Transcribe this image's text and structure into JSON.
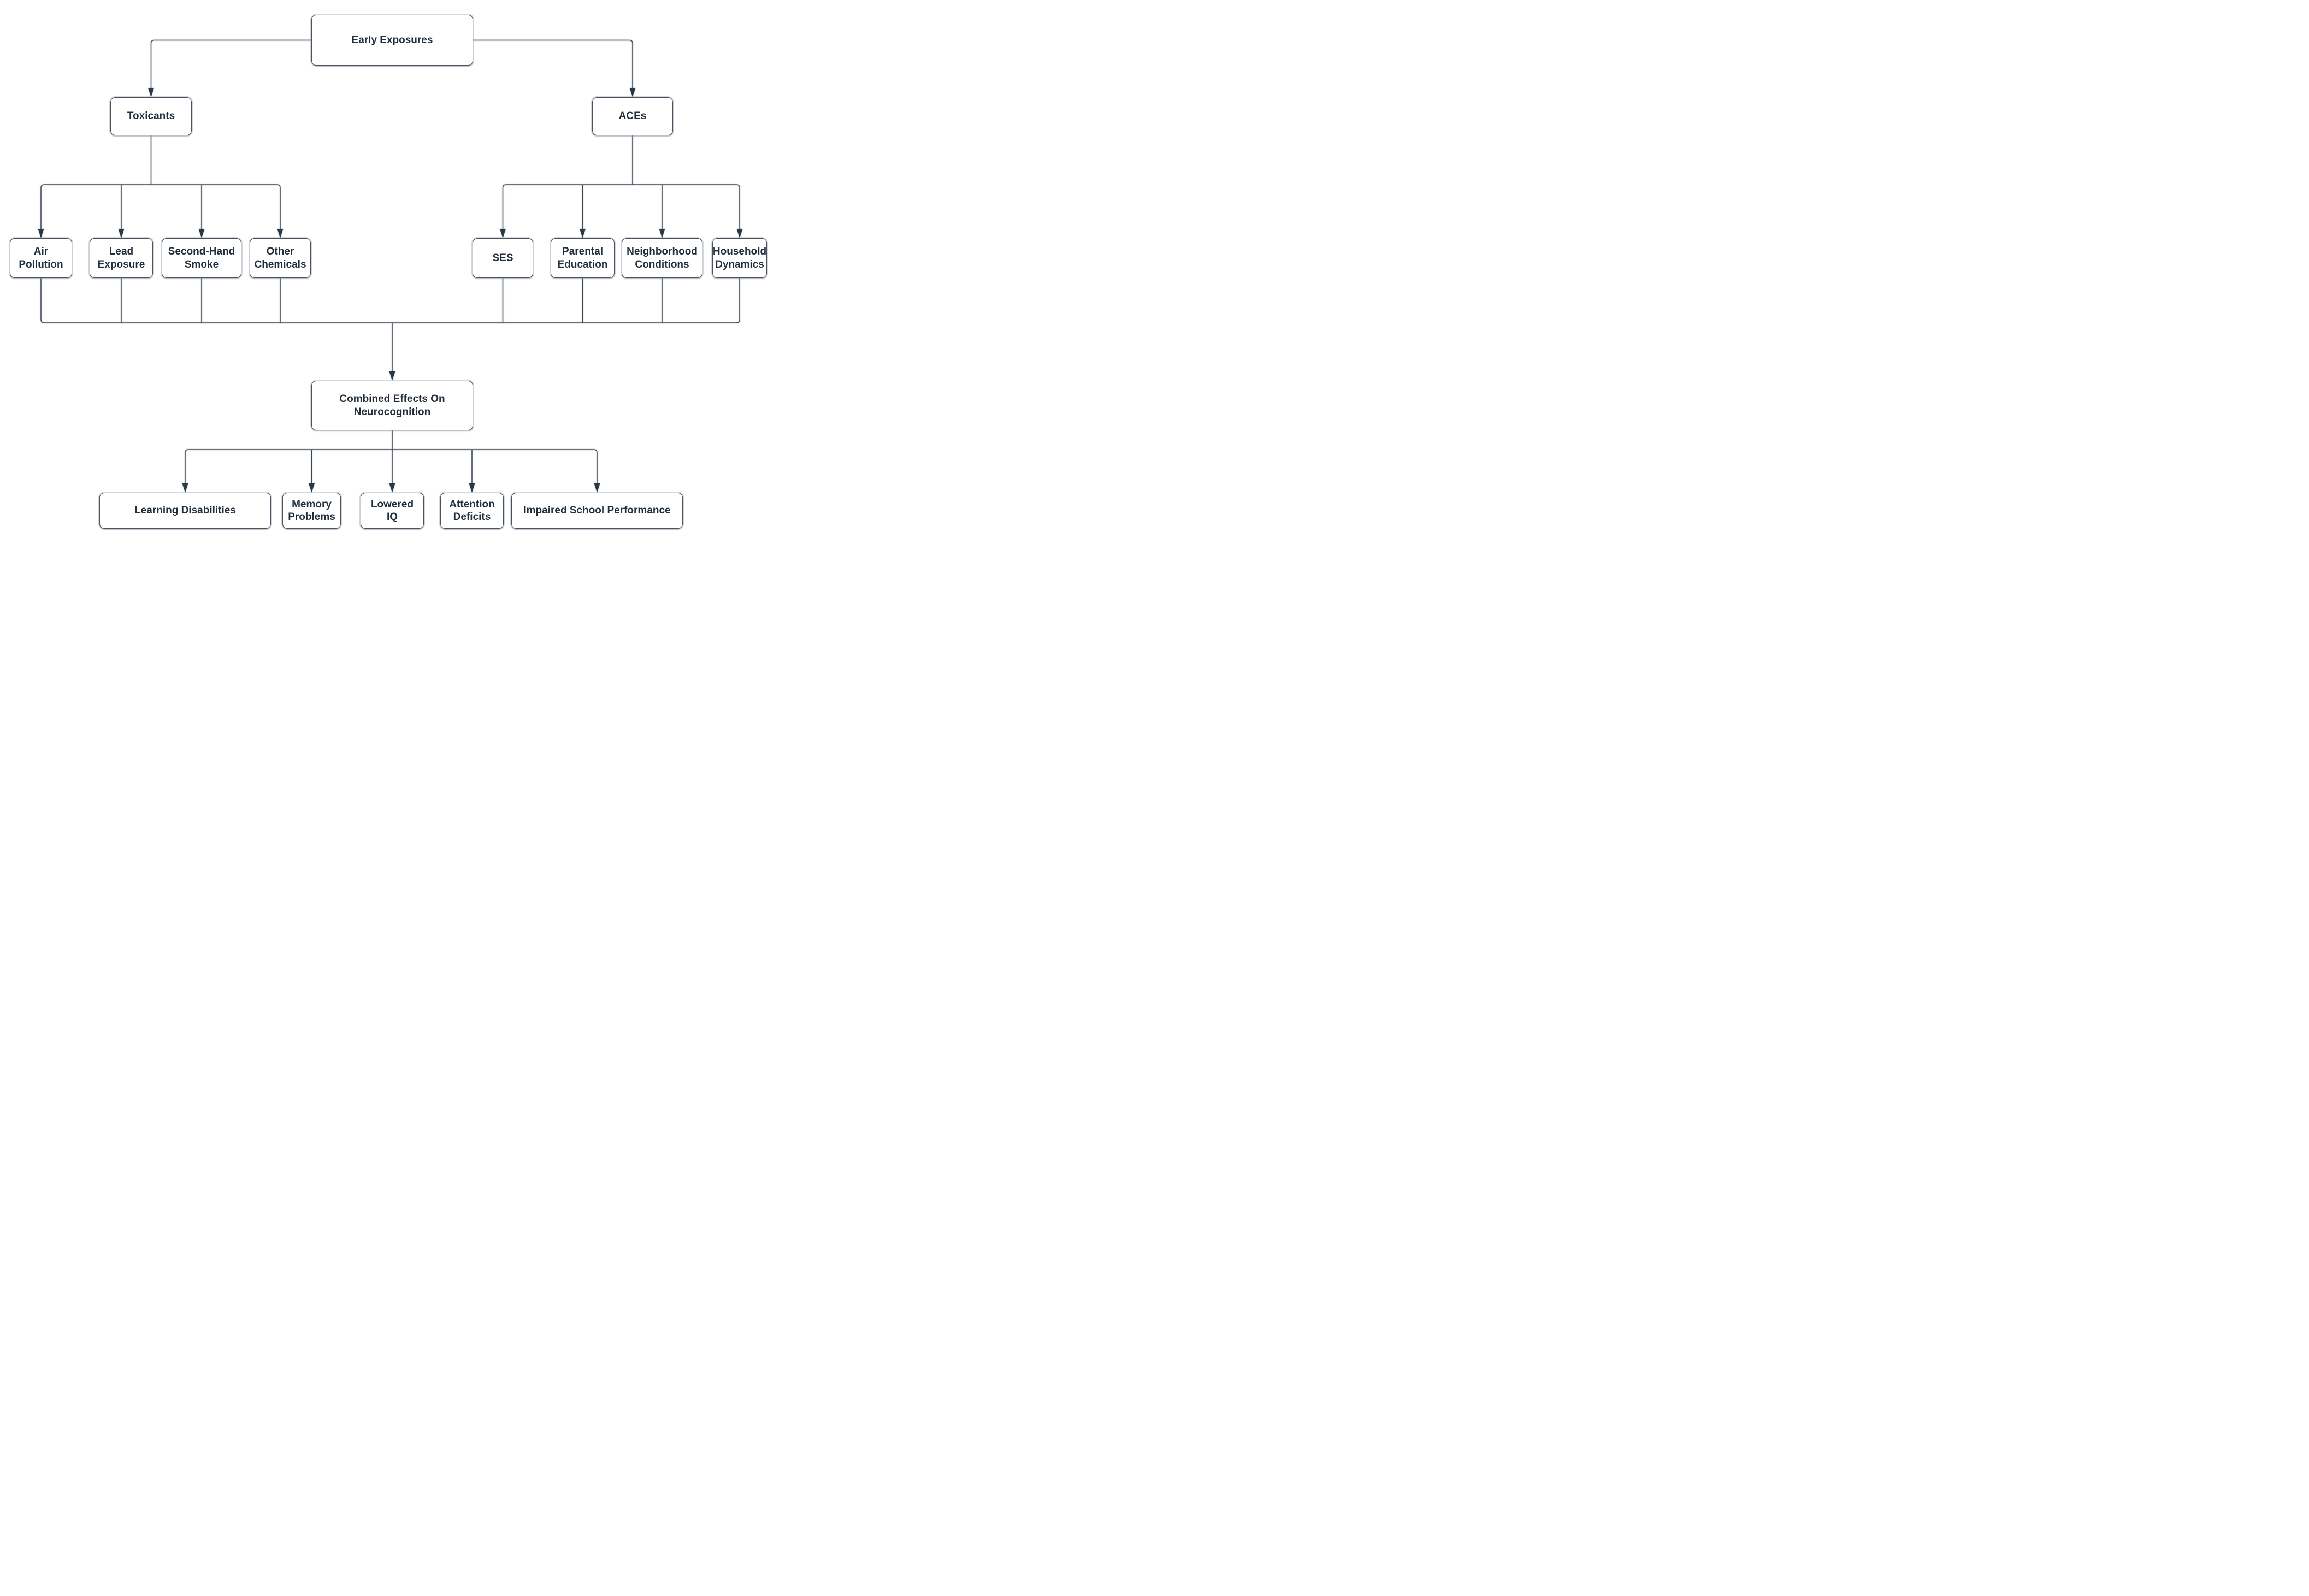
{
  "diagram": {
    "title": "Early exposures flowchart",
    "colors": {
      "background": "#ffffff",
      "node_fill": "#ffffff",
      "node_border": "#49535f",
      "node_text": "#232e3b",
      "connector": "#3c4754",
      "arrowhead": "#2c3743"
    },
    "root": {
      "label": "Early Exposures"
    },
    "branches": [
      {
        "label": "Toxicants",
        "children": [
          {
            "label": "Air\nPollution"
          },
          {
            "label": "Lead\nExposure"
          },
          {
            "label": "Second-Hand\nSmoke"
          },
          {
            "label": "Other\nChemicals"
          }
        ]
      },
      {
        "label": "ACEs",
        "children": [
          {
            "label": "SES"
          },
          {
            "label": "Parental\nEducation"
          },
          {
            "label": "Neighborhood\nConditions"
          },
          {
            "label": "Household\nDynamics"
          }
        ]
      }
    ],
    "hub": {
      "label": "Combined Effects On\nNeurocognition"
    },
    "outcomes": [
      {
        "label": "Learning Disabilities"
      },
      {
        "label": "Memory\nProblems"
      },
      {
        "label": "Lowered\nIQ"
      },
      {
        "label": "Attention\nDeficits"
      },
      {
        "label": "Impaired School Performance"
      }
    ]
  }
}
